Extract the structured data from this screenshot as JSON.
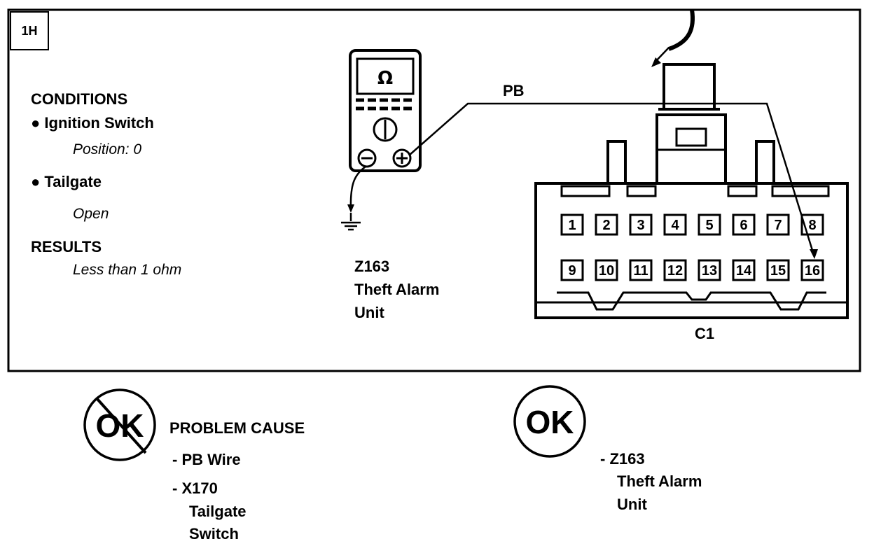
{
  "step": "1H",
  "conditions": {
    "heading": "CONDITIONS",
    "items": [
      {
        "label": "Ignition Switch",
        "detail": "Position: 0"
      },
      {
        "label": "Tailgate",
        "detail": "Open"
      }
    ]
  },
  "results": {
    "heading": "RESULTS",
    "value": "Less than 1 ohm"
  },
  "meter": {
    "symbol": "Ω",
    "minus": "−",
    "plus": "+"
  },
  "wire_label": "PB",
  "unit": {
    "code": "Z163",
    "line1": "Theft Alarm",
    "line2": "Unit"
  },
  "connector": {
    "name": "C1",
    "pins_top": [
      "1",
      "2",
      "3",
      "4",
      "5",
      "6",
      "7",
      "8"
    ],
    "pins_bottom": [
      "9",
      "10",
      "11",
      "12",
      "13",
      "14",
      "15",
      "16"
    ]
  },
  "not_ok": {
    "badge": "OK",
    "heading": "PROBLEM CAUSE",
    "causes": [
      {
        "line1": "- PB Wire"
      },
      {
        "line1": "- X170",
        "line2": "Tailgate",
        "line3": "Switch"
      }
    ]
  },
  "ok": {
    "badge": "OK",
    "line1": "- Z163",
    "line2": "Theft Alarm",
    "line3": "Unit"
  }
}
